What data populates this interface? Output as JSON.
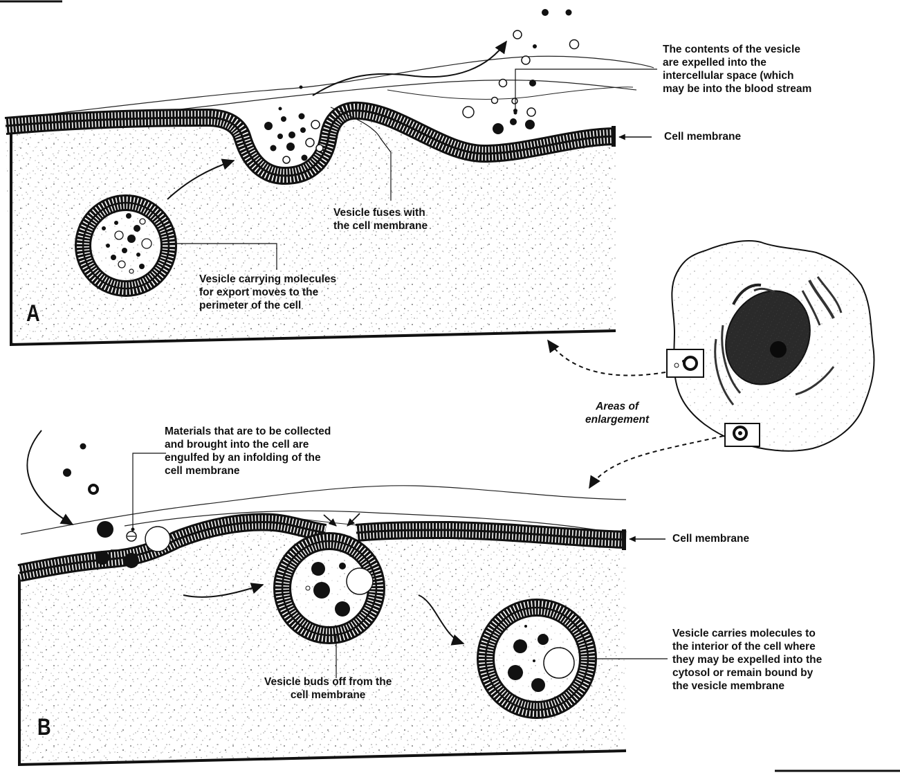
{
  "panel_a": {
    "letter": "A",
    "label_contents_expelled": [
      "The contents of the vesicle",
      "are expelled into the",
      "intercellular space (which",
      "may be into the blood stream"
    ],
    "label_cell_membrane": "Cell membrane",
    "label_vesicle_fuses": [
      "Vesicle fuses with",
      "the cell membrane"
    ],
    "label_vesicle_carrying": [
      "Vesicle carrying molecules",
      "for export moves to the",
      "perimeter of the cell"
    ]
  },
  "inset": {
    "label_areas": [
      "Areas of",
      "enlargement"
    ]
  },
  "panel_b": {
    "letter": "B",
    "label_materials": [
      "Materials that are to be collected",
      "and brought into the cell are",
      "engulfed by an infolding of the",
      "cell membrane"
    ],
    "label_cell_membrane": "Cell membrane",
    "label_buds_off": [
      "Vesicle buds off from the",
      "cell membrane"
    ],
    "label_vesicle_carries": [
      "Vesicle carries molecules to",
      "the interior of the cell where",
      "they may be expelled into the",
      "cytosol or remain bound by",
      "the vesicle membrane"
    ]
  }
}
